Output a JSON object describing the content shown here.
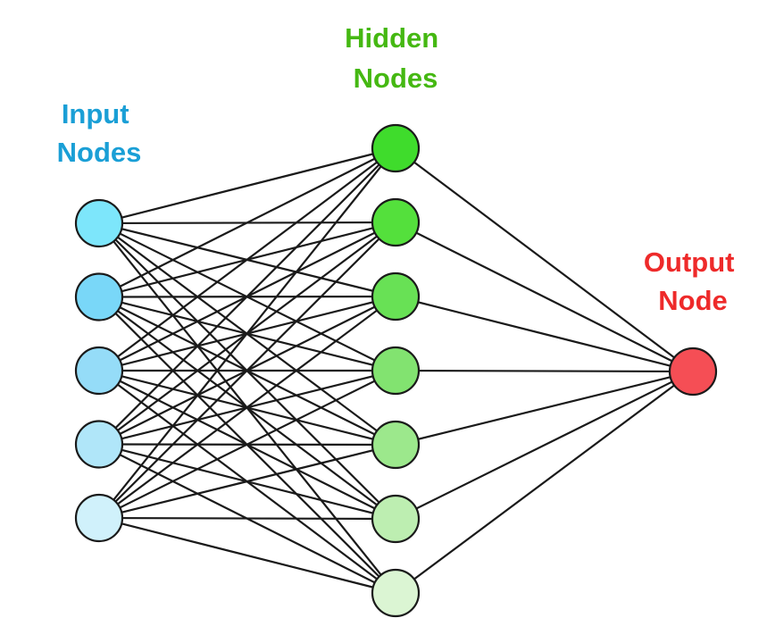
{
  "labels": {
    "input": [
      "Input",
      "Nodes"
    ],
    "hidden": [
      "Hidden",
      "Nodes"
    ],
    "output": [
      "Output",
      "Node"
    ]
  },
  "colors": {
    "input_label": "#1a9fd6",
    "hidden_label": "#45b812",
    "output_label": "#ee2a2a",
    "edge": "#1a1a1a",
    "input_nodes": [
      "#7de6fb",
      "#79d7f8",
      "#95dcf8",
      "#b0e6f9",
      "#d0f1fb"
    ],
    "hidden_nodes": [
      "#3fdc2c",
      "#54e03c",
      "#68e155",
      "#82e370",
      "#9ce88c",
      "#bdeeb1",
      "#dbf5d3"
    ],
    "output_nodes": [
      "#f54e55"
    ]
  },
  "network": {
    "input_count": 5,
    "hidden_count": 7,
    "output_count": 1,
    "fully_connected": true
  }
}
